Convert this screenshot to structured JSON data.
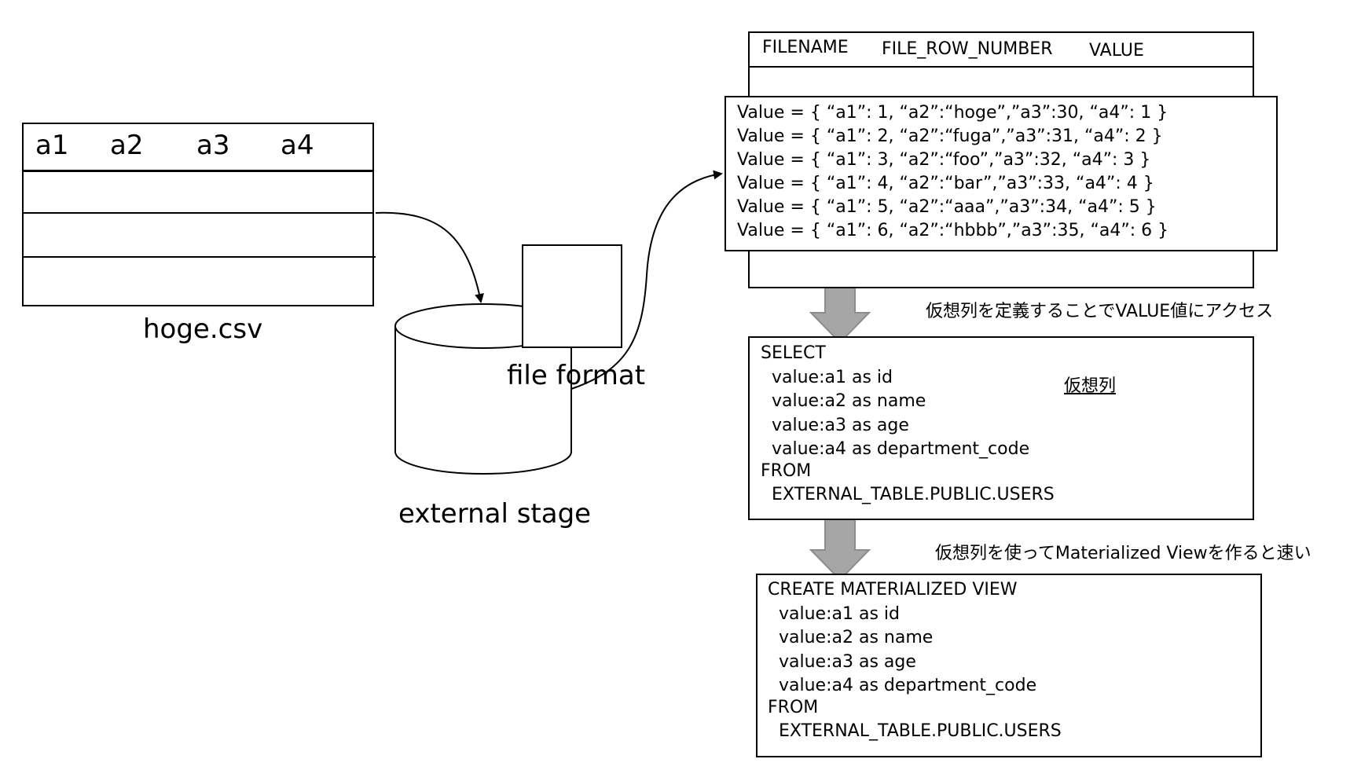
{
  "csv": {
    "columns": [
      "a1",
      "a2",
      "a3",
      "a4"
    ],
    "caption": "hoge.csv"
  },
  "stage": {
    "file_format_label": "file format",
    "caption": "external stage"
  },
  "external_table": {
    "header": [
      "FILENAME",
      "FILE_ROW_NUMBER",
      "VALUE"
    ],
    "rows": [
      "Value = { “a1”: 1, “a2”:“hoge”,”a3”:30, “a4”: 1 }",
      "Value = { “a1”: 2, “a2”:“fuga”,”a3”:31, “a4”: 2 }",
      "Value = { “a1”: 3, “a2”:“foo”,”a3”:32, “a4”: 3 }",
      "Value = { “a1”: 4, “a2”:“bar”,”a3”:33, “a4”: 4 }",
      "Value = { “a1”: 5, “a2”:“aaa”,”a3”:34, “a4”: 5 }",
      "Value = { “a1”: 6, “a2”:“hbbb”,”a3”:35, “a4”: 6 }"
    ]
  },
  "notes": {
    "virtual_column_access": "仮想列を定義することでVALUE値にアクセス",
    "virtual_column": "仮想列",
    "materialized_view_fast": "仮想列を使ってMaterialized Viewを作ると速い"
  },
  "select_query": {
    "lines": [
      "SELECT",
      "  value:a1 as id",
      "  value:a2 as name",
      "  value:a3 as age",
      "  value:a4 as department_code",
      "FROM",
      "  EXTERNAL_TABLE.PUBLIC.USERS"
    ]
  },
  "mv_query": {
    "lines": [
      "CREATE MATERIALIZED VIEW",
      "  value:a1 as id",
      "  value:a2 as name",
      "  value:a3 as age",
      "  value:a4 as department_code",
      "FROM",
      "  EXTERNAL_TABLE.PUBLIC.USERS"
    ]
  },
  "colors": {
    "stroke": "#000000",
    "arrow_fill": "#a6a6a6",
    "arrow_stroke": "#8c8c8c"
  }
}
